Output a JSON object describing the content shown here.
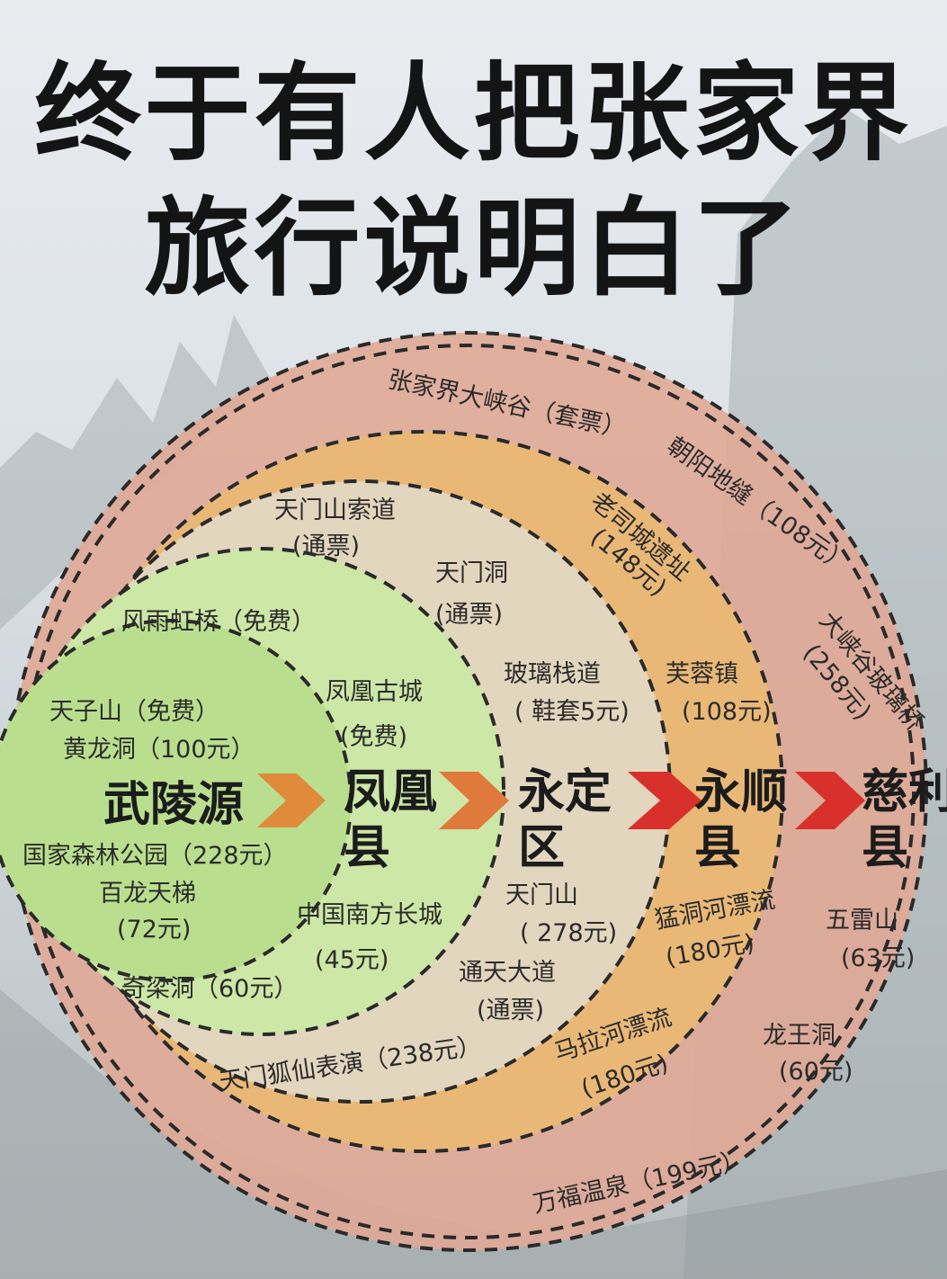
{
  "title": {
    "line1": "终于有人把张家界",
    "line2": "旅行说明白了"
  },
  "colors": {
    "green": "#b9df8e",
    "beige": "#e3d6bf",
    "orange": "#e9b877",
    "pink": "#e0a996",
    "arrow_orange": "#e08a3c",
    "arrow_red": "#d8312c"
  },
  "districts": {
    "wulingyuan": "武陵源",
    "fenghuang_1": "凤凰",
    "fenghuang_2": "县",
    "yongding_1": "永定",
    "yongding_2": "区",
    "yongshun_1": "永顺",
    "yongshun_2": "县",
    "cili_1": "慈利",
    "cili_2": "县"
  },
  "attractions": {
    "tianzishan": "天子山（免费）",
    "huanglongdong": "黄龙洞（100元）",
    "guojia_senlin": "国家森林公园（228元）",
    "bailong_1": "百龙天梯",
    "bailong_2": "(72元)",
    "qiliangdong": "奇梁洞（60元）",
    "fengyu_hongqiao": "风雨虹桥（免费）",
    "fenghuang_gucheng_1": "凤凰古城",
    "fenghuang_gucheng_2": "(免费)",
    "nanfang_changcheng_1": "中国南方长城",
    "nanfang_changcheng_2": "(45元)",
    "tianmen_suodao_1": "天门山索道",
    "tianmen_suodao_2": "(通票)",
    "tianmendong_1": "天门洞",
    "tianmendong_2": "(通票)",
    "boli_zhandao_1": "玻璃栈道",
    "boli_zhandao_2": "( 鞋套5元)",
    "tianmenshan_1": "天门山",
    "tianmenshan_2": "( 278元)",
    "tongtian_1": "通天大道",
    "tongtian_2": "(通票)",
    "hu_xian": "天门狐仙表演（238元）",
    "laosicheng_1": "老司城遗址",
    "laosicheng_2": "(148元)",
    "furongzhen_1": "芙蓉镇",
    "furongzhen_2": "(108元)",
    "mengdonghe_1": "猛洞河漂流",
    "mengdonghe_2": "(180元)",
    "malahe_1": "马拉河漂流",
    "malahe_2": "(180元)",
    "daxiagu": "张家界大峡谷（套票）",
    "chaoyang": "朝阳地缝（108元）",
    "boliqiao_1": "大峡谷玻璃桥",
    "boliqiao_2": "(258元)",
    "wuleishan_1": "五雷山",
    "wuleishan_2": "(63元)",
    "longwang_1": "龙王洞",
    "longwang_2": "(60元)",
    "wanfu": "万福温泉（199元）"
  }
}
